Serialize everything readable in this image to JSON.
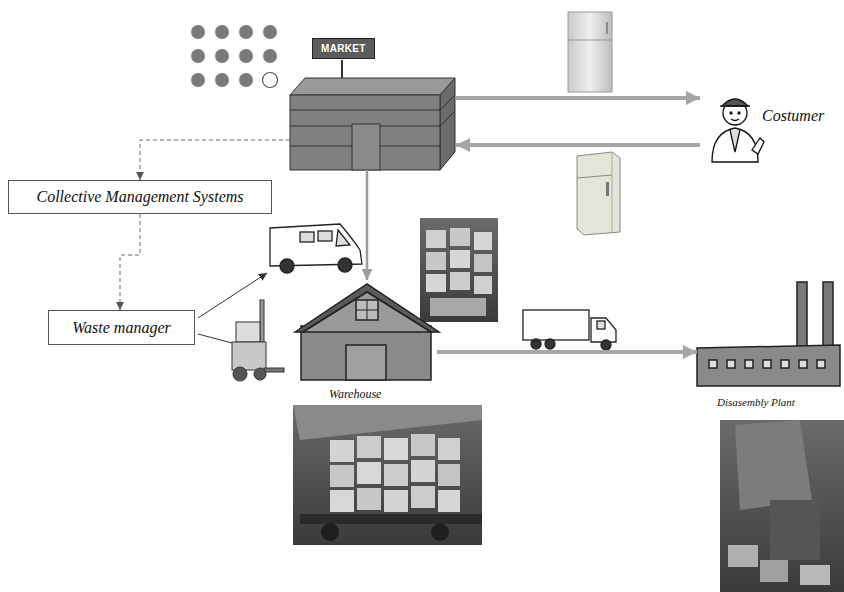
{
  "diagram": {
    "nodes": [
      {
        "text": [
          "MARKET"
        ]
      },
      {
        "text": [
          "Costumer"
        ]
      },
      {
        "text": [
          "Collective Management Systems"
        ]
      },
      {
        "text": [
          "Waste manager"
        ]
      },
      {
        "text": [
          "Warehouse"
        ]
      },
      {
        "text": [
          "Disasembly Plant"
        ]
      }
    ],
    "edges": [
      {
        "from": 0,
        "to": 1,
        "arrow": "to"
      },
      {
        "from": 1,
        "to": 0,
        "arrow": "to"
      },
      {
        "from": 0,
        "to": 2,
        "arrow": "to"
      },
      {
        "from": 2,
        "to": 3,
        "arrow": "to"
      },
      {
        "from": 0,
        "to": 4,
        "arrow": "to"
      },
      {
        "from": 4,
        "to": 5,
        "arrow": "to"
      }
    ]
  }
}
